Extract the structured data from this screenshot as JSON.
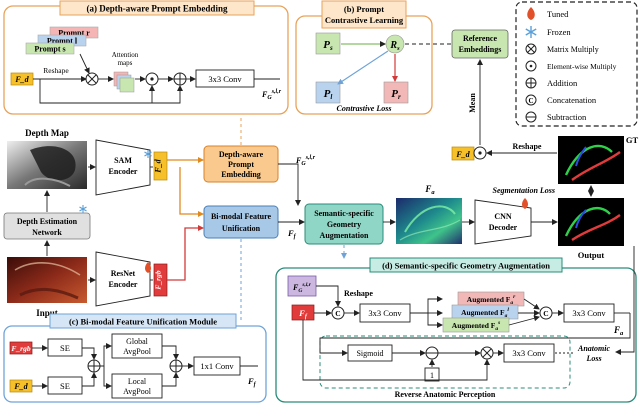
{
  "sections": {
    "a_title": "(a) Depth-aware Prompt Embedding",
    "b_title_1": "(b) Prompt",
    "b_title_2": "Contrastive Learning",
    "c_title": "(c) Bi-modal Feature Unification Module",
    "d_title": "(d) Semantic-specific Geometry Augmentation"
  },
  "legend": {
    "tuned": "Tuned",
    "frozen": "Frozen",
    "matmul": "Matrix Multiply",
    "elemmul": "Element-wise Multiply",
    "addition": "Addition",
    "concat": "Concatenation",
    "subtraction": "Subtraction"
  },
  "symbols": {
    "concat_glyph": "C",
    "one": "1",
    "fd": "F_d",
    "frgb": "F_rgb",
    "ff": "F_f",
    "fa": "F_a",
    "fg": "F_G^{s,l,r}",
    "ps": "P_s",
    "pl": "P_l",
    "pr": "P_r",
    "rs": "R_s"
  },
  "panel_a": {
    "prompt_r": "Prompt r",
    "prompt_l": "Prompt l",
    "prompt_s": "Prompt s",
    "reshape": "Reshape",
    "attention_1": "Attention",
    "attention_2": "maps",
    "conv": "3x3 Conv"
  },
  "panel_b": {
    "contrastive_loss": "Contrastive Loss"
  },
  "main": {
    "depth_map": "Depth Map",
    "input": "Input",
    "depth_est_1": "Depth Estimation",
    "depth_est_2": "Network",
    "sam_1": "SAM",
    "sam_2": "Encoder",
    "resnet_1": "ResNet",
    "resnet_2": "Encoder",
    "dape_1": "Depth-aware",
    "dape_2": "Prompt",
    "dape_3": "Embedding",
    "bfu_1": "Bi-modal Feature",
    "bfu_2": "Unification",
    "ssga_1": "Semantic-specific",
    "ssga_2": "Geometry",
    "ssga_3": "Augmentation",
    "cnn_1": "CNN",
    "cnn_2": "Decoder",
    "ref_1": "Reference",
    "ref_2": "Embeddings",
    "mean": "Mean",
    "reshape": "Reshape",
    "gt": "GT",
    "seg_loss": "Segmentation Loss",
    "output": "Output"
  },
  "panel_c": {
    "se": "SE",
    "global_1": "Global",
    "global_2": "AvgPool",
    "local_1": "Local",
    "local_2": "AvgPool",
    "conv1": "1x1 Conv"
  },
  "panel_d": {
    "reshape": "Reshape",
    "conv_a": "3x3 Conv",
    "conv_b": "3x3 Conv",
    "conv_c": "3x3 Conv",
    "aug_r": "Augmented F",
    "aug_l": "Augmented F",
    "aug_s": "Augmented F",
    "sup_r": "r",
    "sup_l": "l",
    "sup_s": "s",
    "sub_a": "a",
    "sigmoid": "Sigmoid",
    "anatomic_1": "Anatomic",
    "anatomic_2": "Loss",
    "rap": "Reverse Anatomic Perception"
  },
  "colors": {
    "orange_box": "#f9c98d",
    "orange_border": "#d9822b",
    "blue_box": "#a8c8e8",
    "teal_box": "#8fd6c6",
    "teal_border": "#2a8c7a",
    "gray_box": "#dcdcdc",
    "purple_box": "#cbb7e0",
    "green_box": "#c8e6b0",
    "blue_light": "#b9d3ef",
    "red_light": "#f2b8b8",
    "yellow_tag": "#f5c02a",
    "red_tag": "#e23b3b"
  }
}
